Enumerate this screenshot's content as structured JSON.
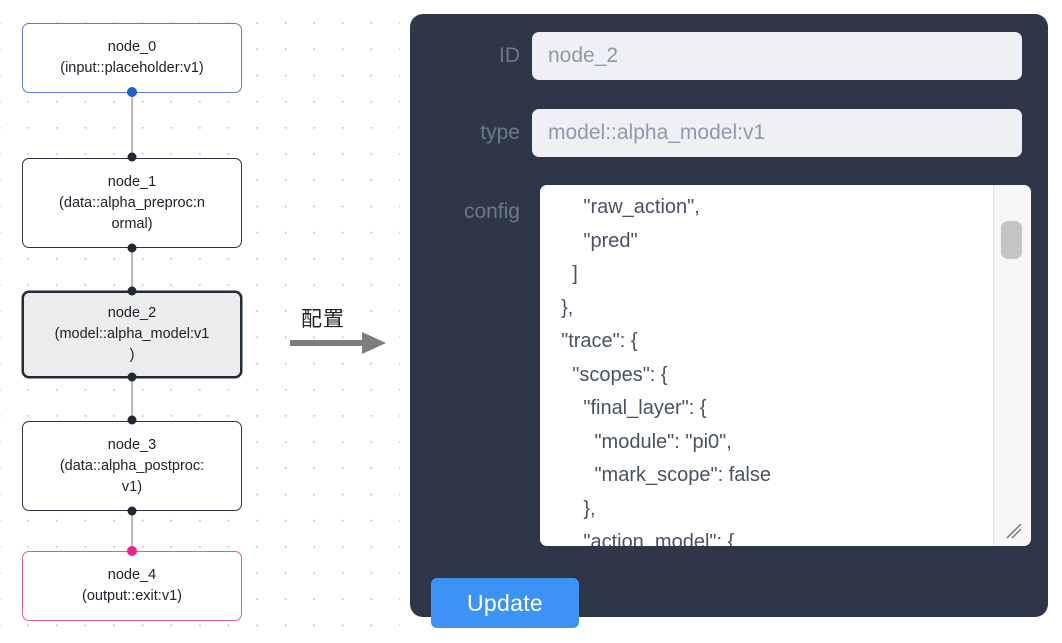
{
  "graph": {
    "nodes": [
      {
        "id": "node_0",
        "line1": "node_0",
        "line2": "(input::placeholder:v1)",
        "kind": "input"
      },
      {
        "id": "node_1",
        "line1": "node_1",
        "line2": "(data::alpha_preproc:n",
        "line3": "ormal)",
        "kind": "default"
      },
      {
        "id": "node_2",
        "line1": "node_2",
        "line2": "(model::alpha_model:v1",
        "line3": ")",
        "kind": "selected"
      },
      {
        "id": "node_3",
        "line1": "node_3",
        "line2": "(data::alpha_postproc:",
        "line3": "v1)",
        "kind": "default"
      },
      {
        "id": "node_4",
        "line1": "node_4",
        "line2": "(output::exit:v1)",
        "kind": "output"
      }
    ],
    "colors": {
      "input_border": "#5a7fd0",
      "output_border": "#e05a9e",
      "default_border": "#2c3442",
      "selected_fill": "#ececec",
      "edge": "#b7b7bd",
      "handle": "#222831",
      "handle_input": "#1b5fd0",
      "handle_output": "#ec1f8d"
    }
  },
  "transition": {
    "label": "配置",
    "arrow_icon": "right-arrow-icon",
    "arrow_color": "#7a7a7a"
  },
  "panel": {
    "background": "#2e3748",
    "fields": [
      {
        "key": "id",
        "label": "ID",
        "value": "node_2",
        "placeholder": "node_2"
      },
      {
        "key": "type",
        "label": "type",
        "value": "model::alpha_model:v1",
        "placeholder": "model::alpha_model:v1"
      }
    ],
    "config": {
      "label": "config",
      "value": "      \"raw_action\",\n      \"pred\"\n    ]\n  },\n  \"trace\": {\n    \"scopes\": {\n      \"final_layer\": {\n        \"module\": \"pi0\",\n        \"mark_scope\": false\n      },\n      \"action_model\": {",
      "scrollbar": {
        "visible": true,
        "thumb_position": "near-top"
      },
      "resize_grip": "resize-grip-icon"
    },
    "update_button": {
      "label": "Update",
      "color": "#3c93f5"
    }
  }
}
